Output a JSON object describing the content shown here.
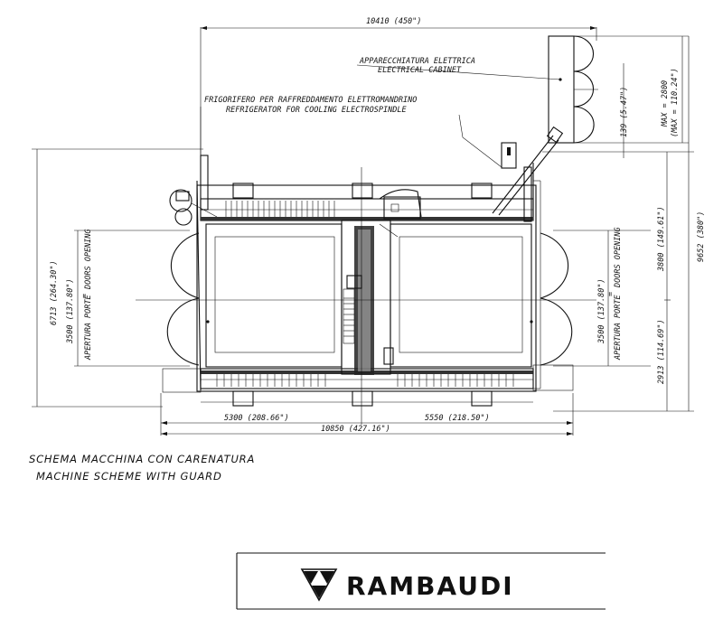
{
  "dimensions": {
    "top_overall": "10410 (450\")",
    "bottom_overall": "10850 (427.16\")",
    "bottom_left": "5300 (208.66\")",
    "bottom_right": "5550 (218.50\")",
    "left_height": "6713 (264.30\")",
    "left_door": "3500 (137.80\")",
    "right_door": "3500 (137.80\")",
    "right_upper": "3800 (149.61\")",
    "right_lower": "2913 (114.69\")",
    "right_overall": "9652 (380\")",
    "cabinet_offset": "139 (5.47\")",
    "cabinet_max": "MAX = 2800",
    "cabinet_max_in": "(MAX = 110.24\")"
  },
  "labels": {
    "cabinet_it": "APPARECCHIATURA ELETTRICA",
    "cabinet_en": "ELECTRICAL CABINET",
    "fridge_it": "FRIGORIFERO PER RAFFREDDAMENTO ELETTROMANDRINO",
    "fridge_en": "REFRIGERATOR FOR COOLING ELECTROSPINDLE",
    "doors_en": "DOORS OPENING",
    "doors_it": "APERTURA PORTE",
    "eq": "="
  },
  "caption": {
    "line1": "SCHEMA MACCHINA CON CARENATURA",
    "line2": "MACHINE SCHEME WITH GUARD"
  },
  "brand": {
    "name": "RAMBAUDI",
    "logo_icon": "triangle-cluster-logo-icon"
  }
}
